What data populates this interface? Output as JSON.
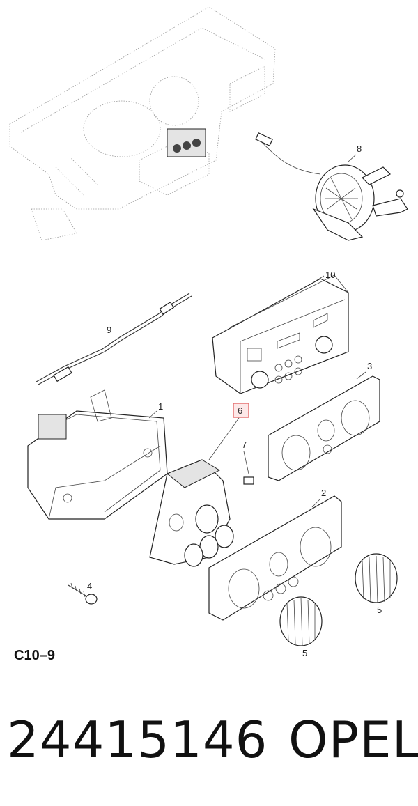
{
  "callouts": {
    "c1": "1",
    "c2": "2",
    "c3": "3",
    "c4": "4",
    "c5a": "5",
    "c5b": "5",
    "c6": "6",
    "c7": "7",
    "c8": "8",
    "c9": "9",
    "c10": "10"
  },
  "figure_label": "C10–9",
  "footer": {
    "part_number": "24415146",
    "brand": "OPEL"
  },
  "highlight_color": "#e57373"
}
